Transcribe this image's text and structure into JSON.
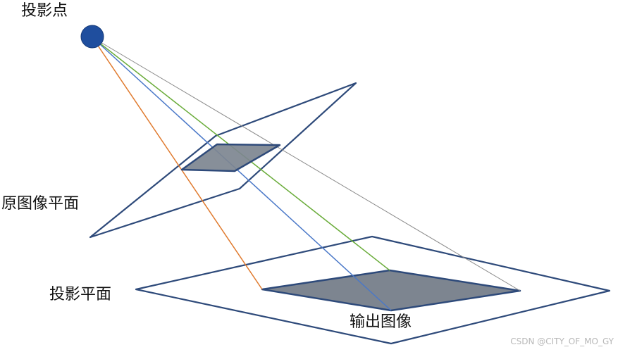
{
  "labels": {
    "projection_point": "投影点",
    "original_image_plane": "原图像平面",
    "projection_plane": "投影平面",
    "output_image": "输出图像"
  },
  "watermark": "CSDN @CITY_OF_MO_GY",
  "colors": {
    "plane_outline": "#2e4a7a",
    "image_fill": "#7d8590",
    "projection_point": "#1f4e9e",
    "ray_orange": "#e07a2e",
    "ray_blue": "#4a78c8",
    "ray_green": "#6aac3a",
    "ray_gray": "#8a8a8a"
  }
}
